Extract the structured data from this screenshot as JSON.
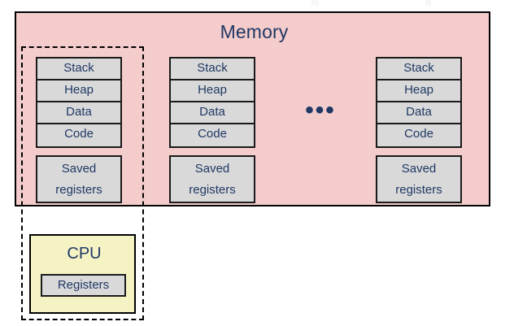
{
  "diagram": {
    "title": "Memory",
    "memory": {
      "label": "Memory",
      "fill_color": "#F4CCCC",
      "border_color": "#000000"
    },
    "context_outline": {
      "name": "process-context-dashed-outline",
      "style": "dashed",
      "color": "#000000"
    },
    "segment_labels": [
      "Stack",
      "Heap",
      "Data",
      "Code"
    ],
    "saved_registers_label": "Saved\nregisters",
    "processes": [
      {
        "id": "process-1",
        "segments": [
          "Stack",
          "Heap",
          "Data",
          "Code"
        ],
        "saved_registers": "Saved\nregisters"
      },
      {
        "id": "process-2",
        "segments": [
          "Stack",
          "Heap",
          "Data",
          "Code"
        ],
        "saved_registers": "Saved\nregisters"
      },
      {
        "id": "process-n",
        "segments": [
          "Stack",
          "Heap",
          "Data",
          "Code"
        ],
        "saved_registers": "Saved\nregisters"
      }
    ],
    "ellipsis": "•••",
    "cpu": {
      "label": "CPU",
      "registers_label": "Registers",
      "fill_color": "#F5F3C4",
      "registers_fill_color": "#D9D9D9"
    },
    "colors": {
      "text": "#1F3864",
      "memory_fill": "#F4CCCC",
      "segment_fill": "#D9D9D9",
      "cpu_fill": "#F5F3C4",
      "outline": "#000000",
      "background": "#FFFFFF"
    }
  }
}
